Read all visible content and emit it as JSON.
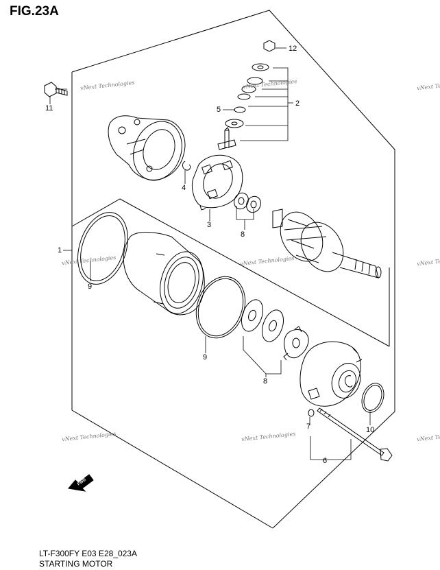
{
  "figure": {
    "title": "FIG.23A",
    "code": "LT-F300FY E03 E28_023A",
    "name": "STARTING MOTOR"
  },
  "callouts": {
    "c1": "1",
    "c2": "2",
    "c3": "3",
    "c4": "4",
    "c5": "5",
    "c6": "6",
    "c7": "7",
    "c8a": "8",
    "c8b": "8",
    "c9a": "9",
    "c9b": "9",
    "c10": "10",
    "c11": "11",
    "c12": "12"
  },
  "watermark": {
    "text": "vNext Technologies"
  },
  "fwd_arrow": {
    "label": "FWD"
  },
  "colors": {
    "line": "#000000",
    "watermark": "#777777",
    "background": "#ffffff"
  }
}
